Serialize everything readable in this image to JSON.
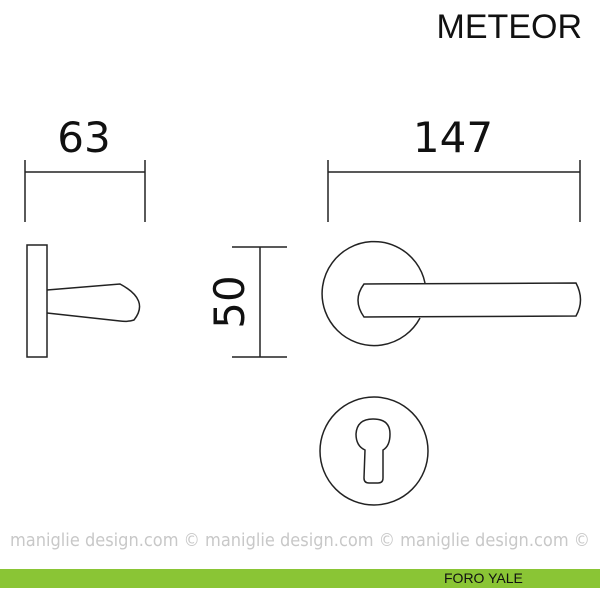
{
  "title": "METEOR",
  "dimensions": {
    "depth": "63",
    "length": "147",
    "rose_diameter": "50"
  },
  "watermark": "maniglie design.com © maniglie design.com © maniglie design.com ©",
  "footer": {
    "label": "FORO YALE"
  },
  "colors": {
    "accent": "#8ac535",
    "line": "#222222",
    "watermark": "#c8c8c8"
  }
}
